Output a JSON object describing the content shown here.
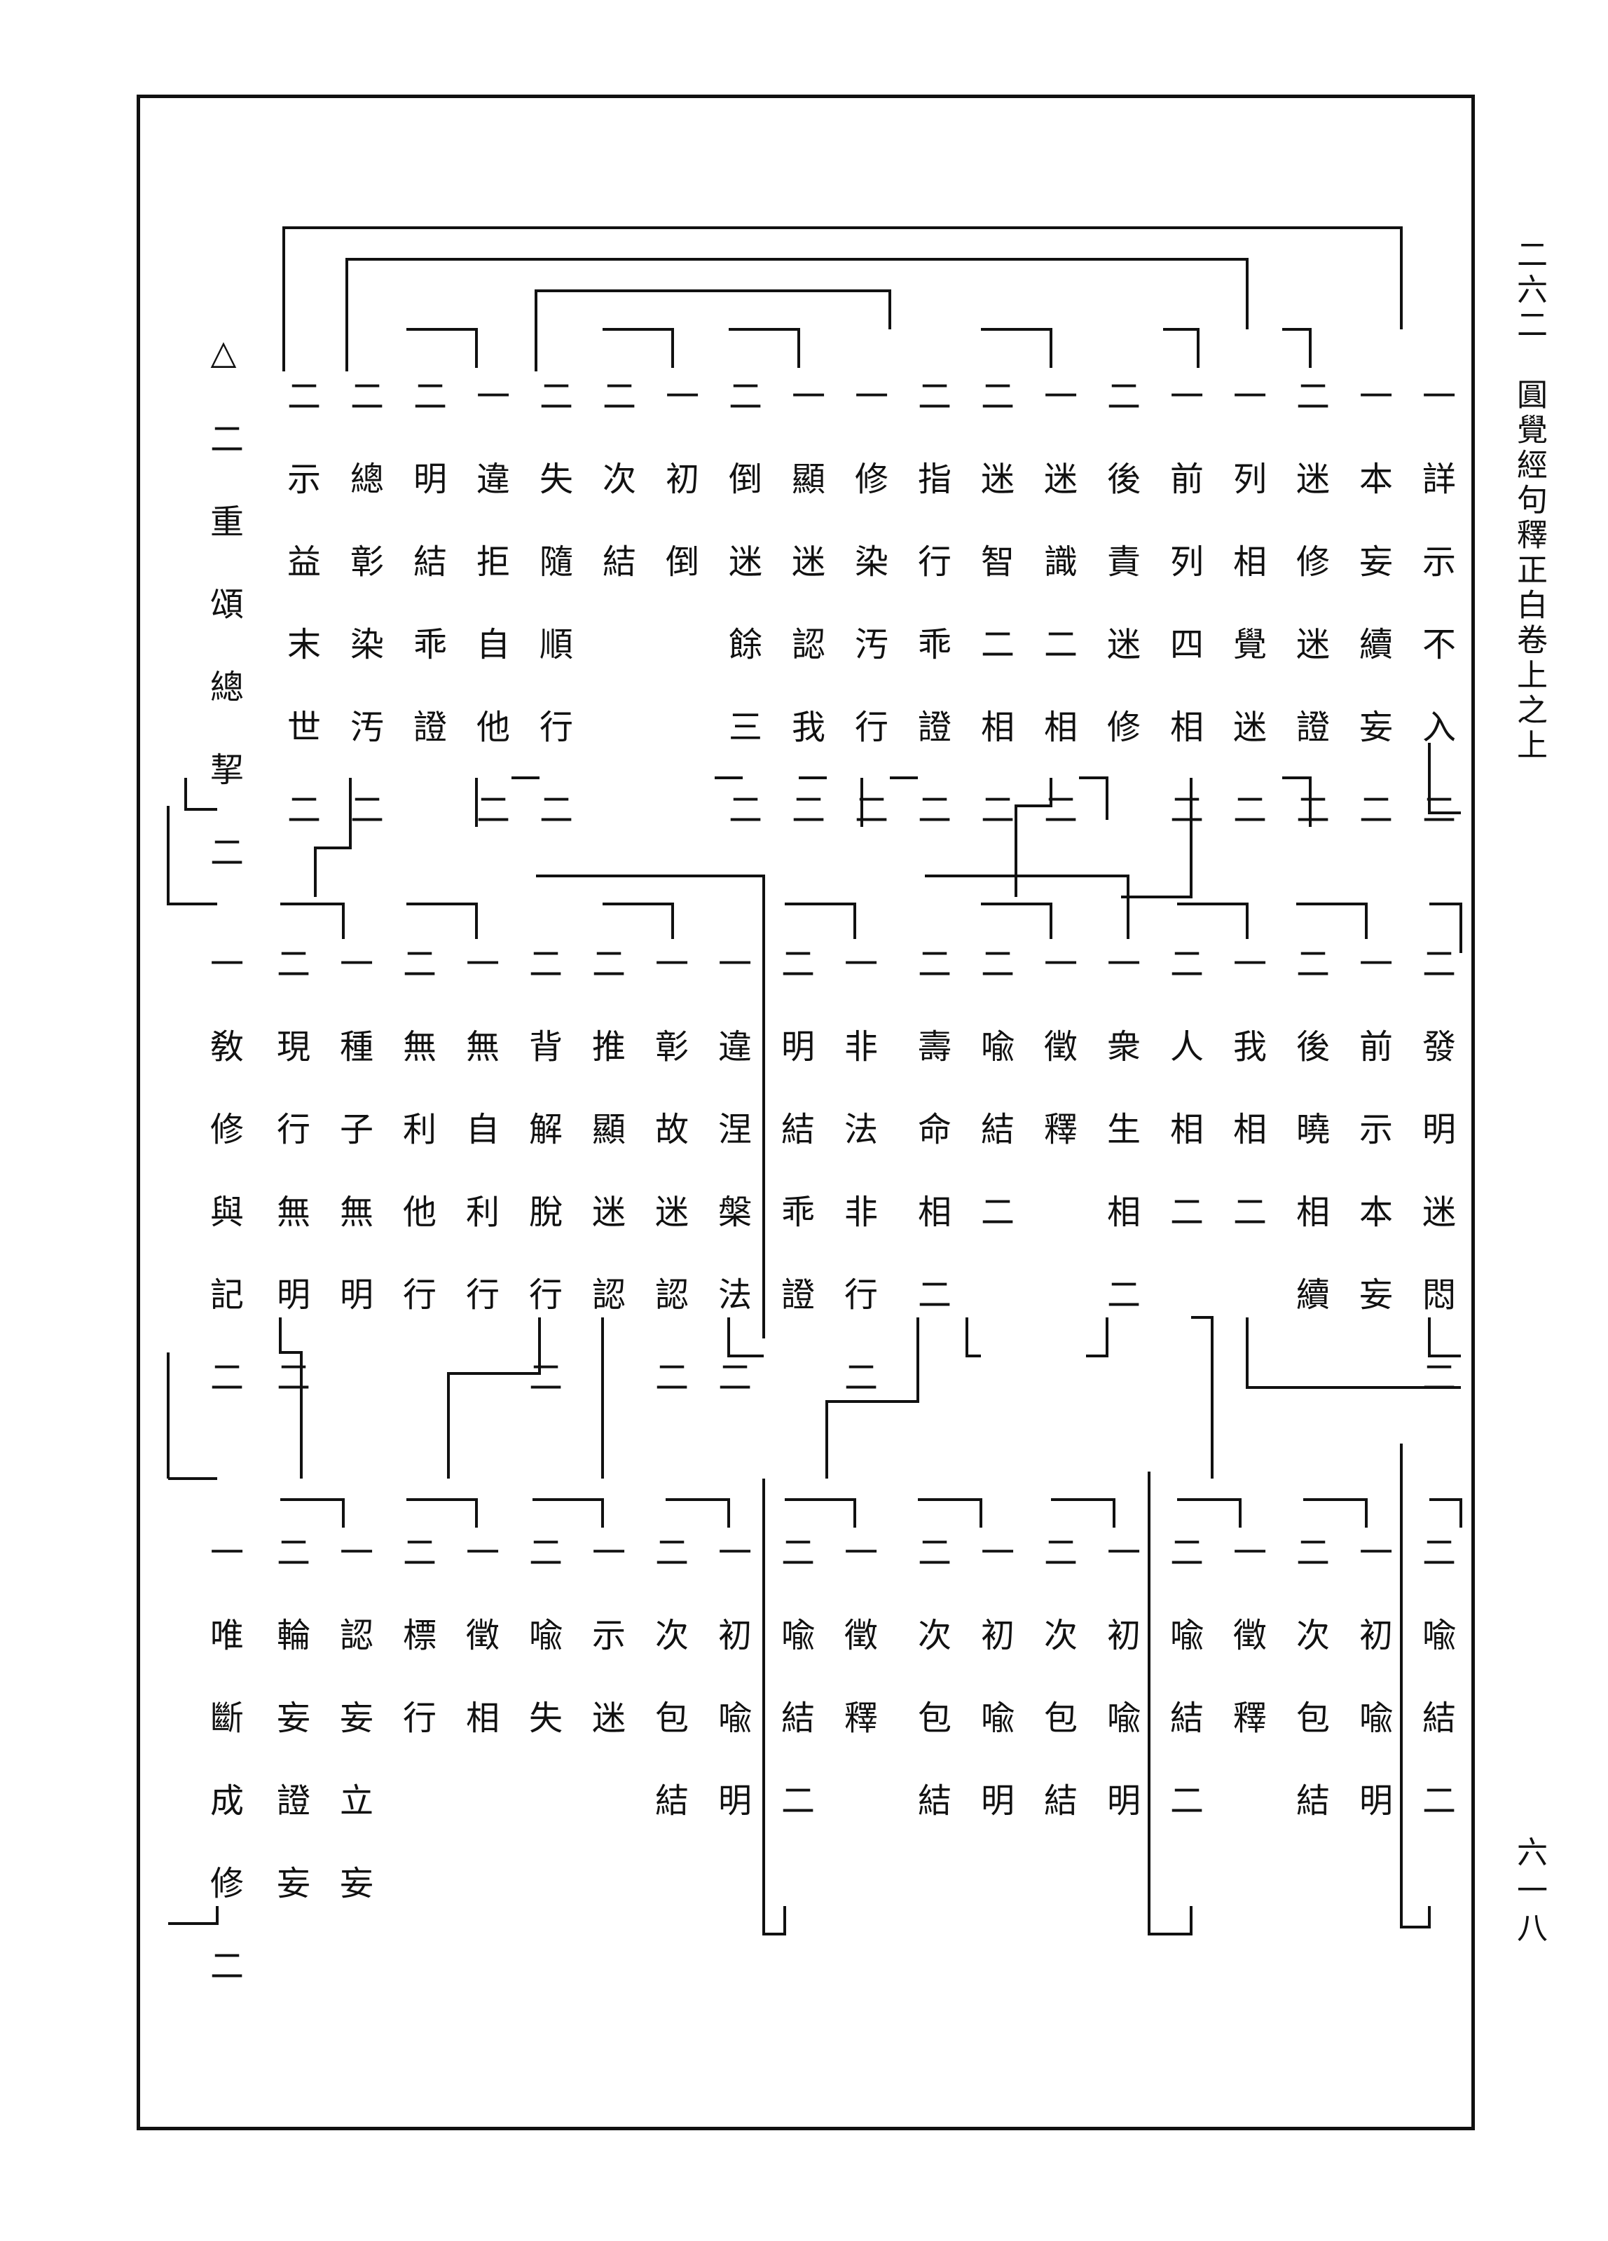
{
  "margin": {
    "title": "二六二　圓覺經句釋正白卷上之上",
    "page_number": "六一八"
  },
  "tier1": [
    "一詳示不入二",
    "一本妄續妄二",
    "二迷修迷證二",
    "一列相覺迷二",
    "一前列四相二",
    "二後責迷修",
    "一迷識二相二",
    "二迷智二相二",
    "二指行乖證二",
    "一修染汚行二",
    "一顯迷認我二",
    "二倒迷餘三二",
    "一初倒",
    "二次結",
    "二失隨順行二",
    "一違拒自他二",
    "二明結乖證",
    "二總彰染汚二",
    "二示益末世二",
    "△二重頌總挈二"
  ],
  "tier2": [
    "二發明迷悶二",
    "一前示本妄",
    "二後曉相續",
    "一我相二",
    "二人相二",
    "一衆生相二",
    "一徵釋",
    "二喩結二",
    "二壽命相二",
    "一非法非行二",
    "二明結乖證",
    "一違涅槃法二",
    "一彰故迷認二",
    "二推顯迷認",
    "二背解脫行二",
    "一無自利行",
    "二無利他行",
    "一種子無明",
    "二現行無明二",
    "一敎修與記二"
  ],
  "tier3": [
    "二喩結二",
    "一初喩明",
    "二次包結",
    "一徵釋",
    "二喩結二",
    "一初喩明",
    "二次包結",
    "一初喩明",
    "二次包結",
    "一徵釋",
    "二喩結二",
    "一初喩明",
    "二次包結",
    "一示迷",
    "二喩失",
    "一徵相",
    "二標行",
    "一認妄立妄",
    "二輪妄證妄",
    "一唯斷成修二"
  ]
}
